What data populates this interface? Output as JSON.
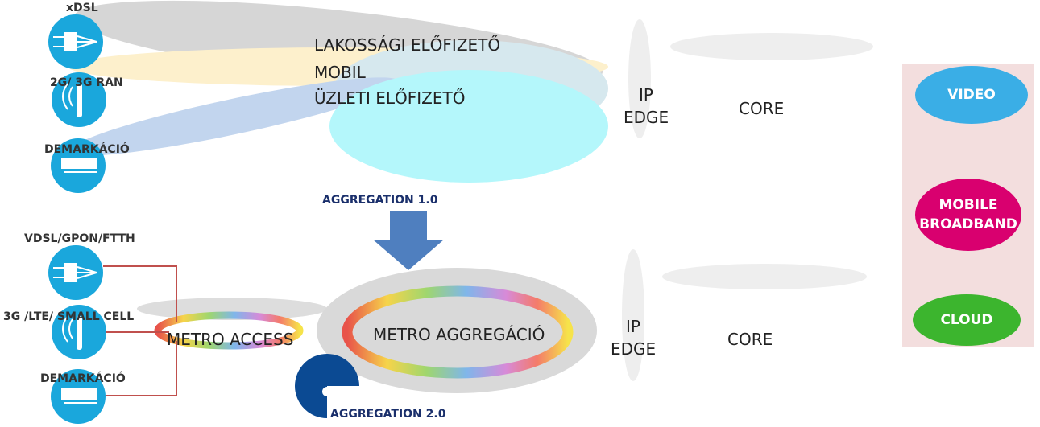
{
  "legacy": {
    "access": [
      "xDSL",
      "2G/ 3G RAN",
      "DEMARKÁCIÓ"
    ],
    "subscribers": [
      "LAKOSSÁGI ELŐFIZETŐ",
      "MOBIL",
      "ÜZLETI ELŐFIZETŐ"
    ],
    "ip_edge": [
      "IP",
      "EDGE"
    ],
    "core": "CORE"
  },
  "transition": {
    "aggregation_1": "AGGREGATION 1.0",
    "aggregation_2": "AGGREGATION 2.0"
  },
  "modern": {
    "access": [
      "VDSL/GPON/FTTH",
      "3G /LTE/ SMALL CELL",
      "DEMARKÁCIÓ"
    ],
    "metro_access": "METRO ACCESS",
    "metro_aggregation": "METRO AGGREGÁCIÓ",
    "ip_edge": [
      "IP",
      "EDGE"
    ],
    "core": "CORE"
  },
  "services": [
    {
      "label": "VIDEO",
      "color": "#3aaee6"
    },
    {
      "label": "MOBILE BROADBAND",
      "color": "#d9006f"
    },
    {
      "label": "CLOUD",
      "color": "#3cb52e"
    }
  ],
  "colors": {
    "access_icon": "#1aa7dc",
    "arrow": "#4f7fbf",
    "link_line": "#c0504d",
    "service_panel": "#f3dede",
    "aggregation_logo": "#0b4a93"
  }
}
